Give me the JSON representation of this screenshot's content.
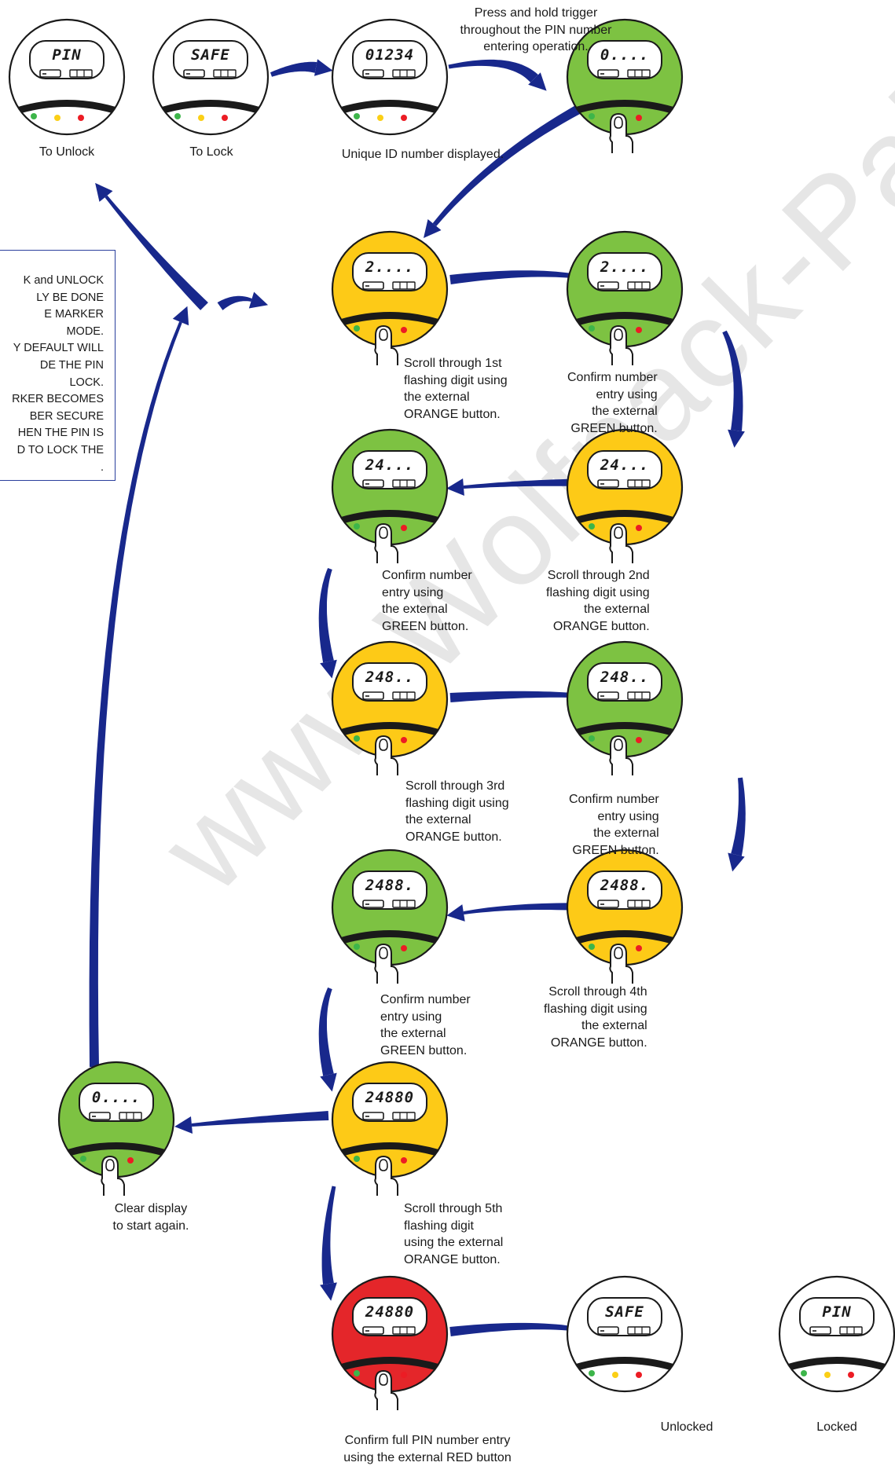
{
  "watermark": "www.Wolfpack-Paintball-Team.com",
  "colors": {
    "green": "#7dc242",
    "yellow": "#fdca17",
    "red": "#e4262a",
    "white": "#ffffff",
    "arrow": "#18288c",
    "dot_green": "#3db54a",
    "dot_yellow": "#fbcf16",
    "dot_red": "#ec1c24"
  },
  "note": {
    "lines": [
      "K and UNLOCK",
      "LY BE DONE",
      "E MARKER",
      "MODE.",
      "Y DEFAULT WILL",
      "DE THE PIN",
      "LOCK.",
      "RKER BECOMES",
      "BER SECURE",
      "HEN THE PIN IS",
      "D TO LOCK THE",
      "."
    ]
  },
  "units": [
    {
      "id": "unit-to-unlock",
      "face": "white",
      "display": "PIN",
      "finger": false,
      "caption": "To Unlock"
    },
    {
      "id": "unit-to-lock",
      "face": "white",
      "display": "SAFE",
      "finger": false,
      "caption": "To Lock"
    },
    {
      "id": "unit-id",
      "face": "white",
      "display": "01234",
      "finger": false,
      "caption": "Unique ID number displayed."
    },
    {
      "id": "unit-hold-trigger",
      "face": "green",
      "display": "0....",
      "finger": true,
      "caption": "Press and hold trigger\nthroughout the PIN number\nentering operation."
    },
    {
      "id": "unit-digit1-scroll",
      "face": "yellow",
      "display": "2....",
      "finger": true,
      "caption": "Scroll through 1st\nflashing digit using\nthe external\nORANGE button."
    },
    {
      "id": "unit-digit1-confirm",
      "face": "green",
      "display": "2....",
      "finger": true,
      "caption": "Confirm number\nentry using\nthe external\nGREEN button."
    },
    {
      "id": "unit-digit2-scroll",
      "face": "yellow",
      "display": "24...",
      "finger": true,
      "caption": "Scroll through 2nd\nflashing digit using\nthe external\nORANGE button."
    },
    {
      "id": "unit-digit2-confirm",
      "face": "green",
      "display": "24...",
      "finger": true,
      "caption": "Confirm number\nentry using\nthe external\nGREEN button."
    },
    {
      "id": "unit-digit3-scroll",
      "face": "yellow",
      "display": "248..",
      "finger": true,
      "caption": "Scroll through 3rd\nflashing digit using\nthe external\nORANGE button."
    },
    {
      "id": "unit-digit3-confirm",
      "face": "green",
      "display": "248..",
      "finger": true,
      "caption": "Confirm number\nentry using\nthe external\nGREEN button."
    },
    {
      "id": "unit-digit4-scroll",
      "face": "yellow",
      "display": "2488.",
      "finger": true,
      "caption": "Scroll through 4th\nflashing digit using\nthe external\nORANGE button."
    },
    {
      "id": "unit-digit4-confirm",
      "face": "green",
      "display": "2488.",
      "finger": true,
      "caption": "Confirm number\nentry using\nthe external\nGREEN button."
    },
    {
      "id": "unit-digit5-scroll",
      "face": "yellow",
      "display": "24880",
      "finger": true,
      "caption": "Scroll through 5th\nflashing digit\nusing the external\nORANGE button."
    },
    {
      "id": "unit-clear",
      "face": "green",
      "display": "0....",
      "finger": true,
      "caption": "Clear display\nto start again."
    },
    {
      "id": "unit-confirm-pin",
      "face": "red",
      "display": "24880",
      "finger": true,
      "caption": "Confirm full PIN number entry\nusing the external RED button"
    },
    {
      "id": "unit-unlocked",
      "face": "white",
      "display": "SAFE",
      "finger": false,
      "caption": "Unlocked"
    },
    {
      "id": "unit-locked",
      "face": "white",
      "display": "PIN",
      "finger": false,
      "caption": "Locked"
    }
  ]
}
